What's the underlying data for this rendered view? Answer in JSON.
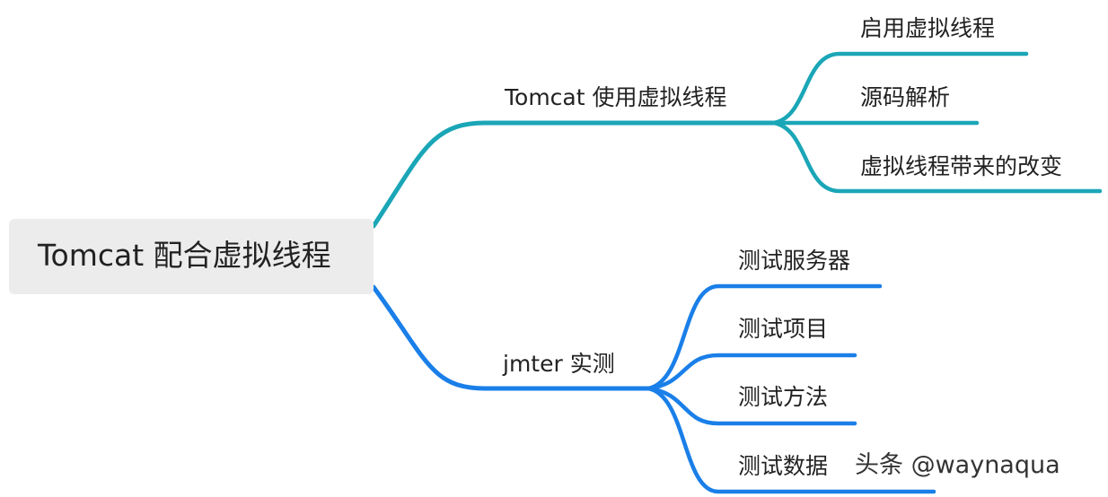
{
  "root": {
    "label": "Tomcat 配合虚拟线程"
  },
  "branches": [
    {
      "label": "Tomcat 使用虚拟线程",
      "color": "#1aa6b7",
      "children": [
        {
          "label": "启用虚拟线程"
        },
        {
          "label": "源码解析"
        },
        {
          "label": "虚拟线程带来的改变"
        }
      ]
    },
    {
      "label": "jmter 实测",
      "color": "#1a7fe8",
      "children": [
        {
          "label": "测试服务器"
        },
        {
          "label": "测试项目"
        },
        {
          "label": "测试方法"
        },
        {
          "label": "测试数据"
        }
      ]
    }
  ],
  "watermark": "头条 @waynaqua"
}
